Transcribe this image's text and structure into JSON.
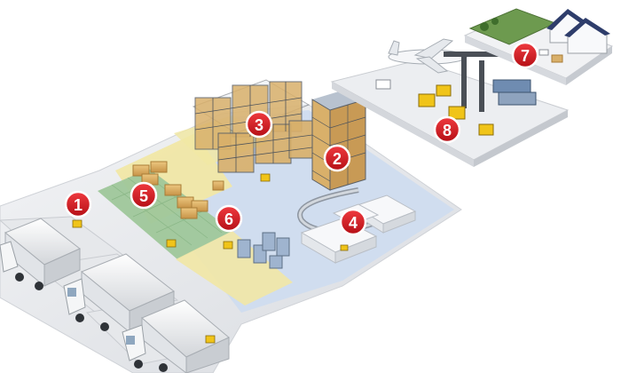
{
  "markers": [
    {
      "id": "1",
      "label": "1"
    },
    {
      "id": "2",
      "label": "2"
    },
    {
      "id": "3",
      "label": "3"
    },
    {
      "id": "4",
      "label": "4"
    },
    {
      "id": "5",
      "label": "5"
    },
    {
      "id": "6",
      "label": "6"
    },
    {
      "id": "7",
      "label": "7"
    },
    {
      "id": "8",
      "label": "8"
    }
  ],
  "colors": {
    "marker_red": "#d8141c",
    "marker_ring": "#ffffff",
    "floor_blue": "#cfdcef",
    "floor_green": "#9fc79a",
    "floor_yellow": "#f1e7a5",
    "rack_frame": "#5a5f66",
    "pallet_box": "#d9b06a",
    "truck_white": "#f2f4f6",
    "terrain_gray": "#ecedef"
  }
}
